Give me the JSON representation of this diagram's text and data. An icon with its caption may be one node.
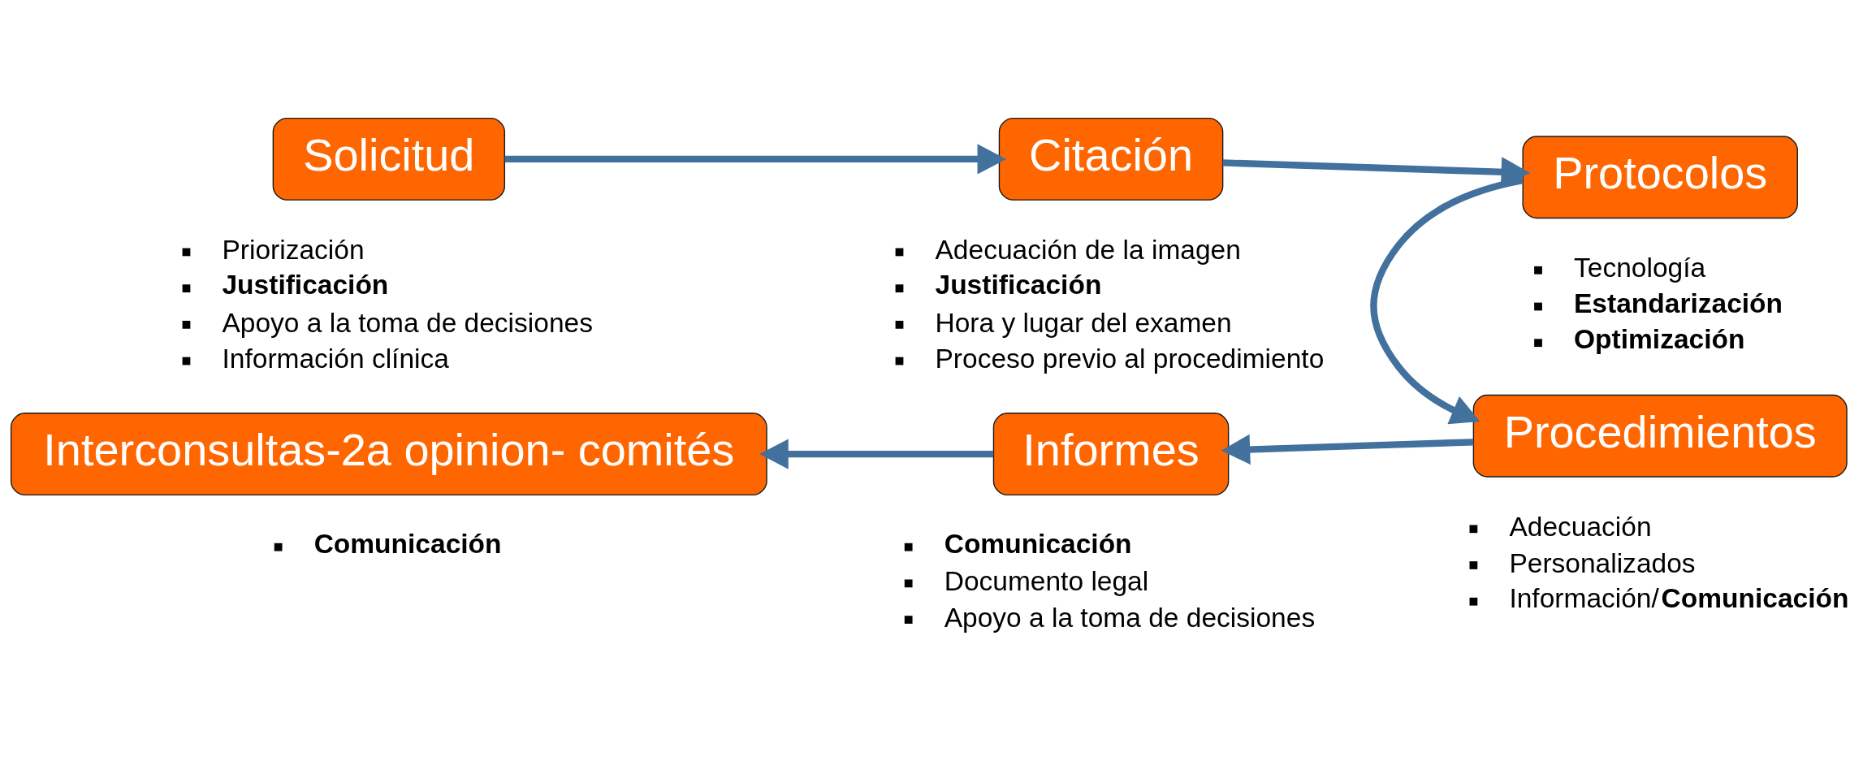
{
  "diagram": {
    "nodes": [
      {
        "text": [
          "Solicitud"
        ],
        "beside": [
          "Priorización",
          "**Justificación**",
          "Apoyo a la toma de decisiones",
          "Información clínica"
        ]
      },
      {
        "text": [
          "Citación"
        ],
        "beside": [
          "Adecuación de la imagen",
          "**Justificación**",
          "Hora y lugar del examen",
          "Proceso previo al procedimiento"
        ]
      },
      {
        "text": [
          "Protocolos"
        ],
        "beside": [
          "Tecnología",
          "**Estandarización**",
          "**Optimización**"
        ]
      },
      {
        "text": [
          "Interconsultas-2a opinion- comités"
        ],
        "beside": [
          "**Comunicación**"
        ]
      },
      {
        "text": [
          "Informes"
        ],
        "beside": [
          "**Comunicación**",
          "Documento legal",
          "Apoyo a la toma de decisiones"
        ]
      },
      {
        "text": [
          "Procedimientos"
        ],
        "beside": [
          "Adecuación",
          "Personalizados",
          "Información/**Comunicación**"
        ]
      }
    ],
    "edges": [
      {
        "from": 0,
        "to": 1,
        "arrow": "to"
      },
      {
        "from": 1,
        "to": 2,
        "arrow": "to"
      },
      {
        "from": 2,
        "to": 5,
        "arrow": "to"
      },
      {
        "from": 5,
        "to": 4,
        "arrow": "to"
      },
      {
        "from": 4,
        "to": 3,
        "arrow": "to"
      }
    ]
  }
}
